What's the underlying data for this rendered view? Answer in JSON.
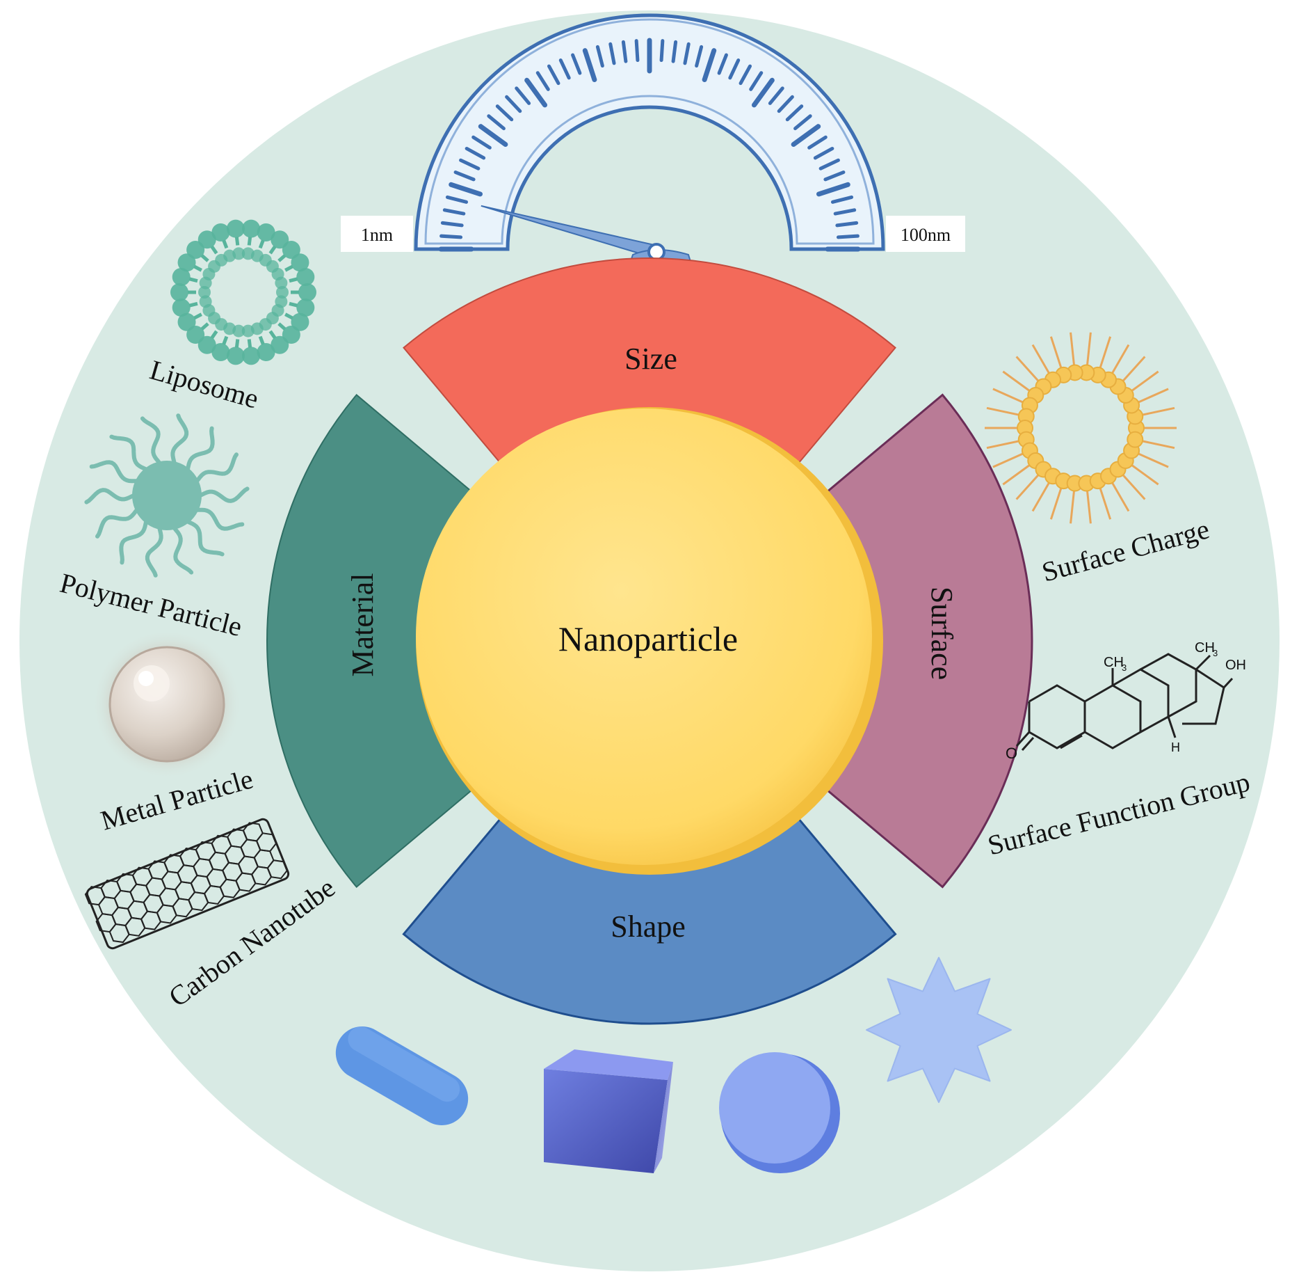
{
  "center": {
    "label": "Nanoparticle"
  },
  "segments": {
    "size": {
      "label": "Size",
      "color": "#F36A5A"
    },
    "surface": {
      "label": "Surface",
      "color": "#B97B96"
    },
    "shape": {
      "label": "Shape",
      "color": "#5B8BC4"
    },
    "material": {
      "label": "Material",
      "color": "#4B8F84"
    }
  },
  "gauge": {
    "min_label": "1nm",
    "max_label": "100nm",
    "fraction": 0.08
  },
  "materials": {
    "liposome": "Liposome",
    "polymer": "Polymer Particle",
    "metal": "Metal Particle",
    "nanotube": "Carbon Nanotube"
  },
  "surface_items": {
    "charge": "Surface Charge",
    "function_group": "Surface Function Group",
    "molecule_labels": {
      "ch3_a": "CH",
      "ch3_b": "CH",
      "sub3": "3",
      "oh": "OH",
      "o": "O",
      "h": "H"
    }
  },
  "colors": {
    "background_disc": "#D8EAE4",
    "center_disc": "#FFD96A",
    "gauge": "#3E6FB2",
    "liposome": "#58B49C",
    "polymer": "#7BBDB0",
    "metal": "#D9CFC6",
    "surface_charge": "#F6C657",
    "shapes": "#6F96E6"
  }
}
